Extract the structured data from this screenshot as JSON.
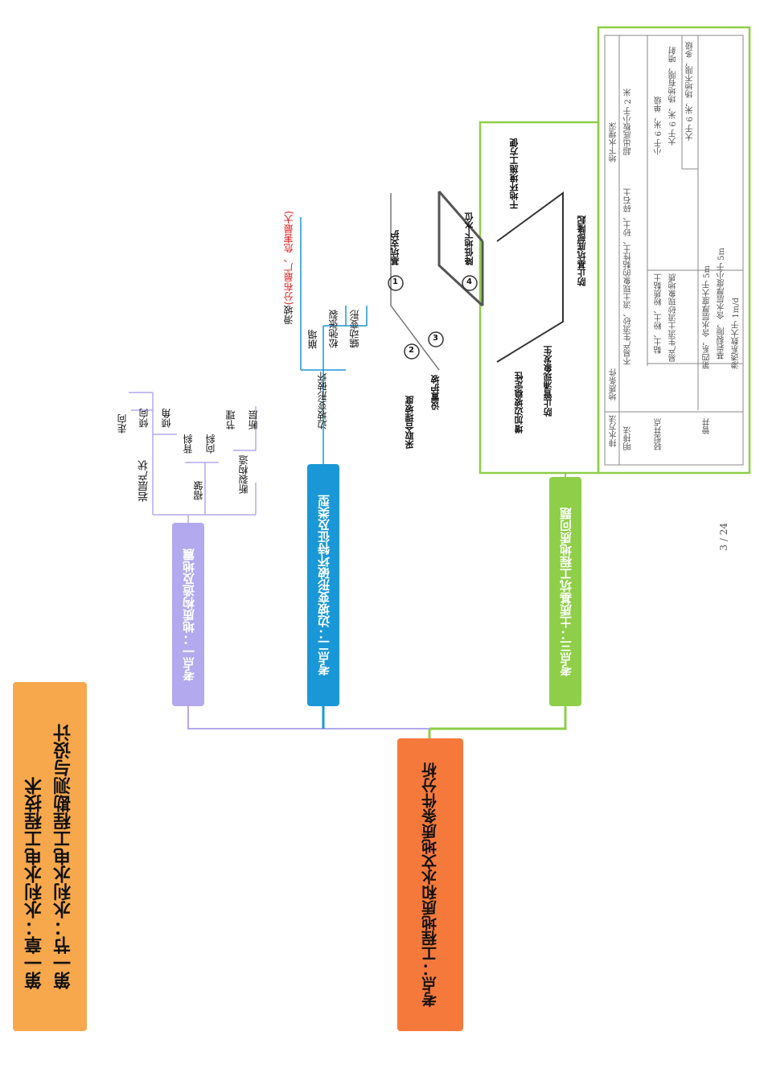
{
  "title": {
    "line1": "第一章：水利水电工程技术",
    "line2": "第一节：水利水电工程勘测与设计"
  },
  "root": "考点：工程地质和水文地质条件分析",
  "branches": [
    {
      "label": "考点一：地质构造及地震",
      "items": {
        "attitude": "岩层产状",
        "strike": "走向",
        "dip_dir": "倾向",
        "dip_angle": "倾角",
        "fold": "褶皱",
        "anticline": "背斜",
        "syncline": "向斜",
        "fracture": "断裂构造",
        "joint": "节理",
        "fault": "断层"
      }
    },
    {
      "label": "考点二：边坡变形破坏特征及类型",
      "items": {
        "deform": "边坡变形破坏",
        "landslide": "滑坡",
        "landslide_note": "(分布最广、危害最大)",
        "collapse": "崩塌",
        "loose": "松弛张裂",
        "creep": "蠕动变形"
      }
    },
    {
      "label": "考点三：土质基坑工程地质问题"
    }
  ],
  "figure": {
    "slope": "采取合理坡度",
    "protect": "设置护坡",
    "support": "基坑支护",
    "lower_water": "降低地下水位",
    "n1": "1",
    "n2": "2",
    "n3": "3",
    "n4": "4"
  },
  "figure2": {
    "stability": "增加边坡稳定性",
    "piping": "防止管涌现象发生",
    "dry": "干地环境施工方便",
    "uplift": "防止基坑底部隆起"
  },
  "table": {
    "headers": [
      "排水方法",
      "地质条件",
      "地下水埋深"
    ],
    "rows": [
      {
        "method": "明排法",
        "geology": "不易产生流砂、流土现象的黏性土、砂土、碎石土",
        "depth": "超出底板小于 2 米"
      },
      {
        "method": "轻型井点",
        "geology": "黏土、粉土、粉质黏土",
        "depth": "小于 6 米，单级"
      },
      {
        "method": "",
        "geology": "易产生流土流砂现象地质",
        "depth": "大于 6 米，场地有限，喷射"
      },
      {
        "method": "",
        "geology": "",
        "depth": "大于 6 米，场地不限，多级"
      },
      {
        "method": "管井",
        "geology": "第四系，含水层厚度大于 5m",
        "depth": ""
      },
      {
        "method": "",
        "geology": "基岩裂隙，含水层厚度小于 5m",
        "depth": ""
      },
      {
        "method": "",
        "geology": "渗透系数大于 1m/d",
        "depth": ""
      }
    ]
  },
  "page": "3 / 24"
}
